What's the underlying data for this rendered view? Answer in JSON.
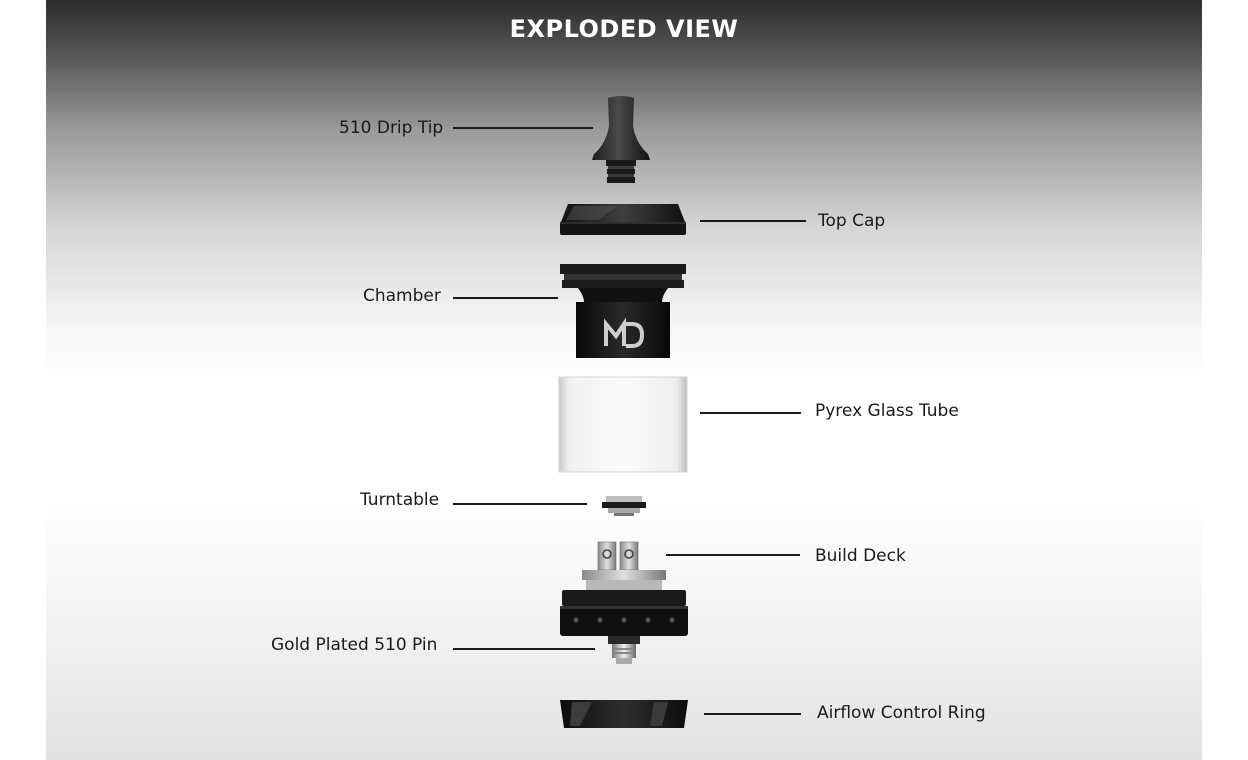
{
  "title": "EXPLODED VIEW",
  "logo_text": "MD",
  "parts": {
    "drip_tip": "510 Drip Tip",
    "top_cap": "Top Cap",
    "chamber": "Chamber",
    "glass_tube": "Pyrex Glass Tube",
    "turntable": "Turntable",
    "build_deck": "Build Deck",
    "pin": "Gold Plated 510 Pin",
    "airflow_ring": "Airflow Control Ring"
  }
}
